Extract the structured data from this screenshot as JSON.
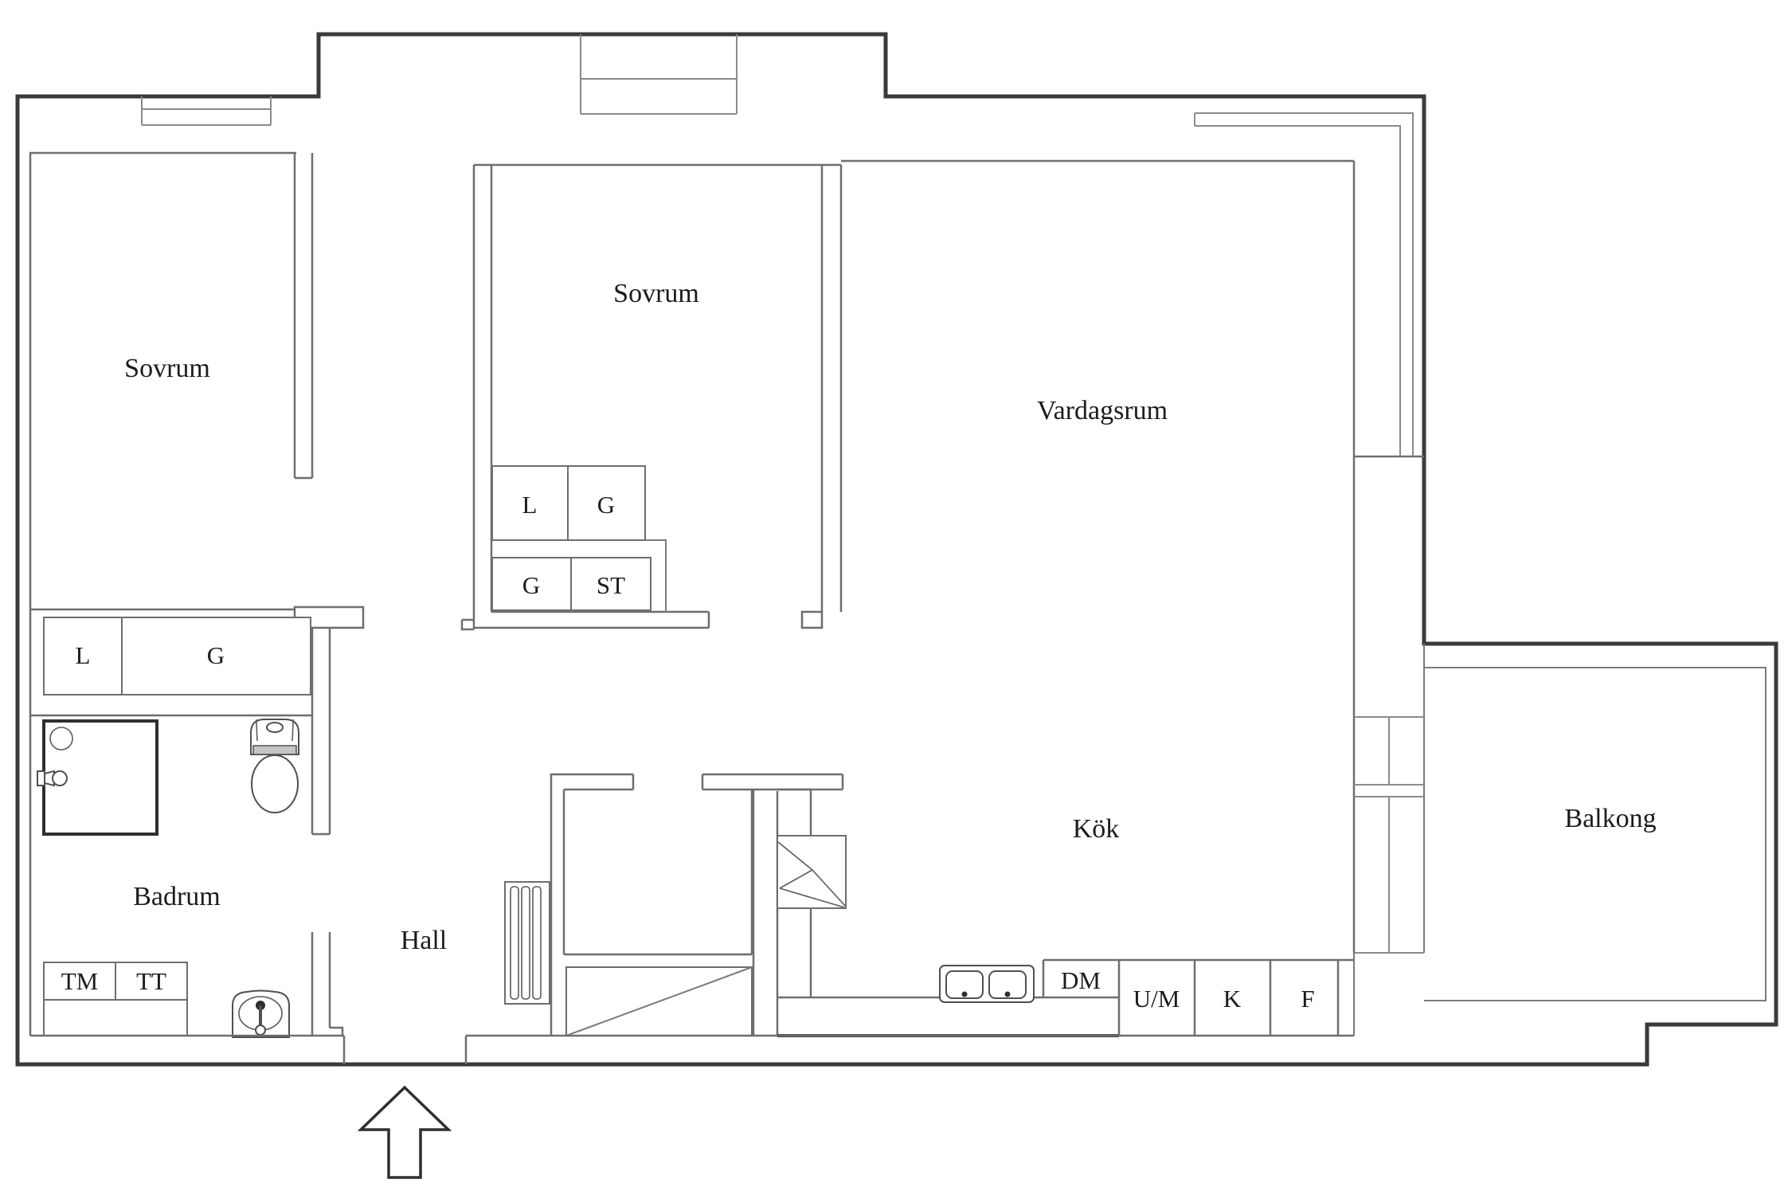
{
  "document": {
    "type": "apartment-floor-plan",
    "language": "Swedish"
  },
  "colors": {
    "background": "#ffffff",
    "outer_wall": "#3a3a3a",
    "inner_wall": "#6e6e6e",
    "text": "#1c1c1c"
  },
  "rooms": {
    "sovrum_left": {
      "label": "Sovrum"
    },
    "sovrum_middle": {
      "label": "Sovrum"
    },
    "vardagsrum": {
      "label": "Vardagsrum"
    },
    "kok": {
      "label": "Kök"
    },
    "hall": {
      "label": "Hall"
    },
    "badrum": {
      "label": "Badrum"
    },
    "balkong": {
      "label": "Balkong"
    }
  },
  "closets": {
    "bedroom2_row1_left": "L",
    "bedroom2_row1_right": "G",
    "bedroom2_row2_left": "G",
    "bedroom2_row2_right": "ST",
    "bedroom1_left": "L",
    "bedroom1_right": "G"
  },
  "laundry": {
    "washing_machine": "TM",
    "tumble_dryer": "TT"
  },
  "kitchen_units": {
    "dishwasher": "DM",
    "oven_microwave": "U/M",
    "fridge": "K",
    "freezer": "F"
  }
}
